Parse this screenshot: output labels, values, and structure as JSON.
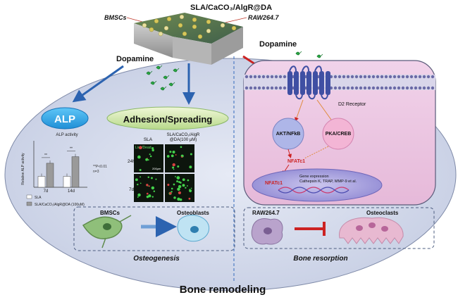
{
  "title": "SLA/CaCO₃/AlgR@DA",
  "cell_left": "BMSCs",
  "cell_right": "RAW264.7",
  "dopamine_left": "Dopamine",
  "dopamine_right": "Dopamine",
  "alp": {
    "pill": "ALP",
    "chart_title": "ALP activity",
    "ylabel": "Relative ALP activity",
    "stats_note": "**P<0.01\nn=3",
    "stat_marks": [
      "**",
      "**"
    ],
    "legend": [
      "SLA",
      "SLA/CaCO₃/AlgR@DA (100uM)"
    ]
  },
  "adhesion": {
    "pill": "Adhesion/Spreading",
    "col_left": "SLA",
    "col_right": "SLA/CaCO₃/AlgR\n@DA(100 μM)",
    "live_dead": "Live/Dead",
    "rows": [
      "24h",
      "7d"
    ],
    "scale_label": "200μm"
  },
  "osteo": {
    "from": "BMSCs",
    "to": "Osteoblasts",
    "caption": "Osteogenesis"
  },
  "signaling": {
    "receptor": "D2 Receptor",
    "path1": "AKT/NFkB",
    "path2": "PKA/CREB",
    "nfat_upper": "NFATc1",
    "nfat_lower": "NFATc1",
    "gene_expr": "Gene expression\nCathepsin K, TRAP, MMP-9 et al."
  },
  "resorption": {
    "from": "RAW264.7",
    "to": "Osteoclasts",
    "caption": "Bone resorption"
  },
  "footer": "Bone remodeling",
  "chart_data": {
    "type": "bar",
    "title": "ALP activity",
    "xlabel": "",
    "ylabel": "Relative ALP activity",
    "categories": [
      "7d",
      "14d"
    ],
    "series": [
      {
        "name": "SLA",
        "values": [
          1.0,
          1.0
        ]
      },
      {
        "name": "SLA/CaCO₃/AlgR@DA (100uM)",
        "values": [
          2.2,
          2.8
        ]
      }
    ],
    "ylim": [
      0,
      4
    ],
    "annotations": [
      "**",
      "**"
    ],
    "colors": [
      "#ffffff",
      "#9a9a9a"
    ]
  }
}
